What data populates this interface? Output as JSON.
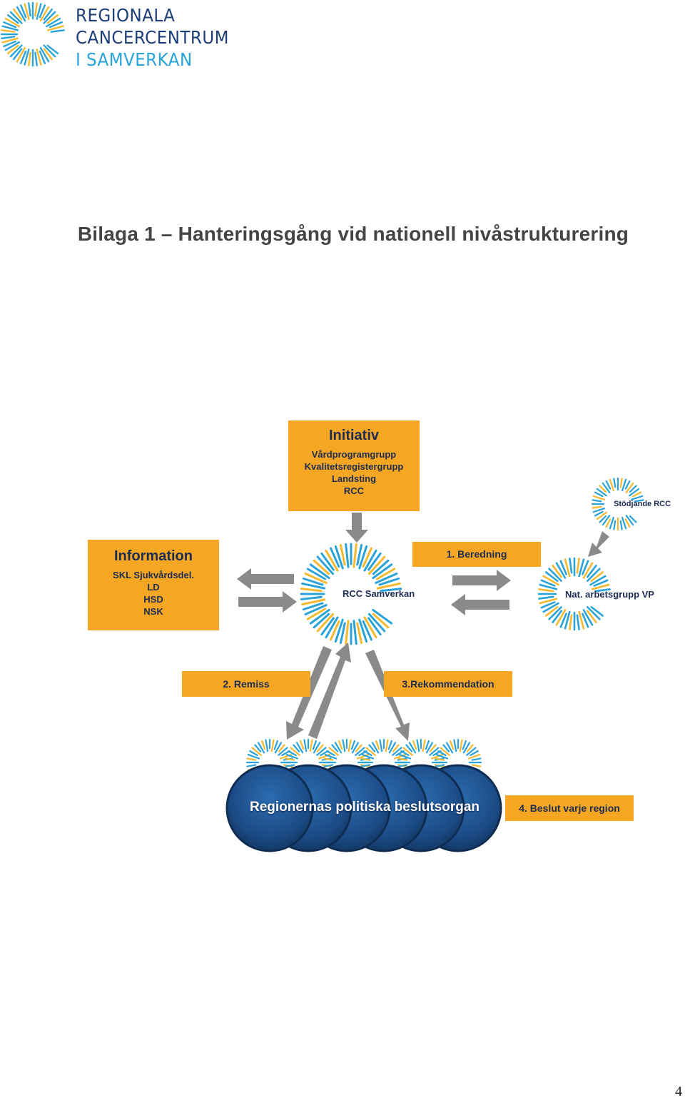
{
  "header": {
    "logo_lines": [
      "REGIONALA",
      "CANCERCENTRUM",
      "I SAMVERKAN"
    ]
  },
  "document": {
    "title": "Bilaga 1 – Hanteringsgång vid nationell nivåstrukturering",
    "page_number": "4"
  },
  "diagram": {
    "initiativ": {
      "heading": "Initiativ",
      "items": [
        "Vårdprogramgrupp",
        "Kvalitetsregistergrupp",
        "Landsting",
        "RCC"
      ]
    },
    "information": {
      "heading": "Information",
      "items": [
        "SKL Sjukvårdsdel.",
        "LD",
        "HSD",
        "NSK"
      ]
    },
    "nodes": {
      "rcc_samverkan": "RCC Samverkan",
      "nat_arbetsgrupp": "Nat. arbetsgrupp VP",
      "stodjande_rcc": "Stödjande RCC"
    },
    "steps": {
      "beredning": "1. Beredning",
      "remiss": "2. Remiss",
      "rekommendation": "3.Rekommendation",
      "beslut": "4. Beslut varje region"
    },
    "regions_label": "Regionernas politiska beslutsorgan",
    "colors": {
      "orange": "#f5a623",
      "navy": "#1c4b86",
      "sunburst_blue": "#29a3d9",
      "sunburst_yellow": "#f5b82e",
      "arrow_gray": "#8a8a8a"
    }
  }
}
